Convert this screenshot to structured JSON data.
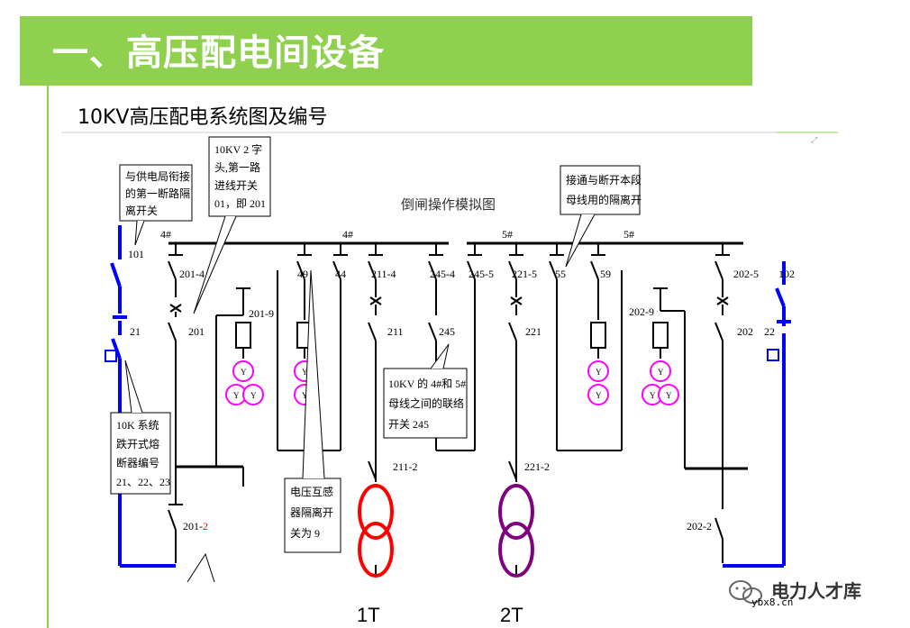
{
  "page": {
    "title": "一、高压配电间设备",
    "subtitle": "10KV高压配电系统图及编号"
  },
  "diagram": {
    "caption": "倒闸操作模拟图",
    "bus_labels": [
      "4#",
      "4#",
      "5#",
      "5#"
    ],
    "switch_labels": {
      "s101": "101",
      "s21": "21",
      "s201_4": "201-4",
      "s201": "201",
      "s201_9": "201-9",
      "s49": "49",
      "s44": "44",
      "s211_4": "211-4",
      "s211": "211",
      "s245_4": "245-4",
      "s245": "245",
      "s245_5": "245-5",
      "s221_5": "221-5",
      "s221": "221",
      "s55": "55",
      "s59": "59",
      "s202_9": "202-9",
      "s202_5": "202-5",
      "s202": "202",
      "s102": "102",
      "s22": "22",
      "s211_2": "211-2",
      "s221_2": "221-2",
      "s202_2": "202-2",
      "s201_2_a": "201-",
      "s201_2_b": "2"
    },
    "pt_winding": "Y",
    "transformers": [
      {
        "name": "1T",
        "color": "#ff0000"
      },
      {
        "name": "2T",
        "color": "#800080"
      }
    ],
    "notes": {
      "n1": [
        "与供电局衔接",
        "的第一断路隔",
        "离开关"
      ],
      "n2": [
        "10KV 2 字",
        "头,第一路",
        "进线开关",
        "01，即 201"
      ],
      "n3": [
        "接通与断开本段",
        "母线用的隔离开"
      ],
      "n4": [
        "10K  系统",
        "跌开式熔",
        "断器编号",
        "21、22、23"
      ],
      "n5": [
        "10KV 的 4#和 5#",
        "母线之间的联络",
        "开关 245"
      ],
      "n6": [
        "电压互感",
        "器隔离开",
        "关为 9"
      ]
    }
  },
  "watermark": {
    "text": "电力人才库",
    "url": "ybx8.cn"
  },
  "colors": {
    "title_bar": "#8fd14f",
    "feeder_blue": "#0000ff",
    "pt_magenta": "#ff00ff",
    "t1": "#ff0000",
    "t2": "#800080"
  }
}
